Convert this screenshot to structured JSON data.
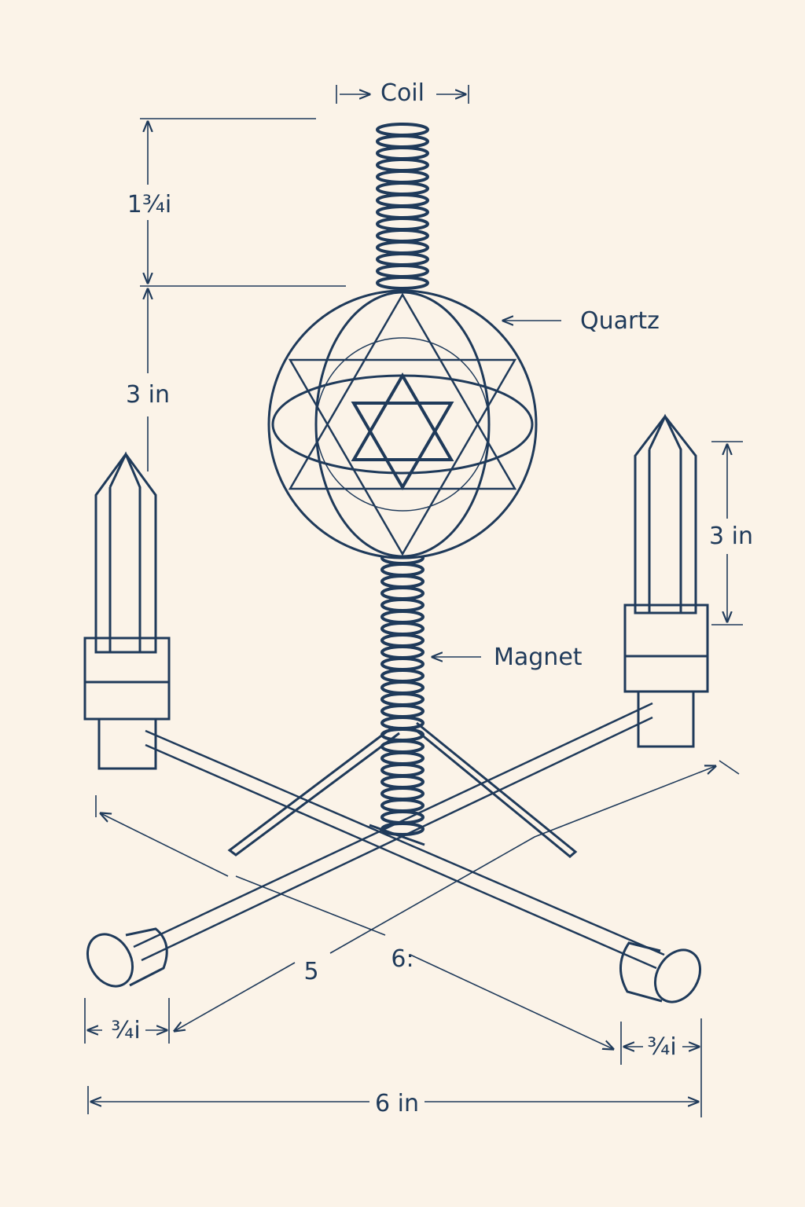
{
  "labels": {
    "coil": "Coil",
    "coil_height": "1¾i",
    "sphere_height": "3 in",
    "quartz": "Quartz",
    "crystal_height": "3 in",
    "magnet": "Magnet",
    "bar_left": "5",
    "bar_right": "6:",
    "cap_left": "¾i",
    "cap_right": "¾i",
    "total_width": "6 in"
  },
  "colors": {
    "ink": "#1f3a5a",
    "paper": "#fbf3e8"
  }
}
